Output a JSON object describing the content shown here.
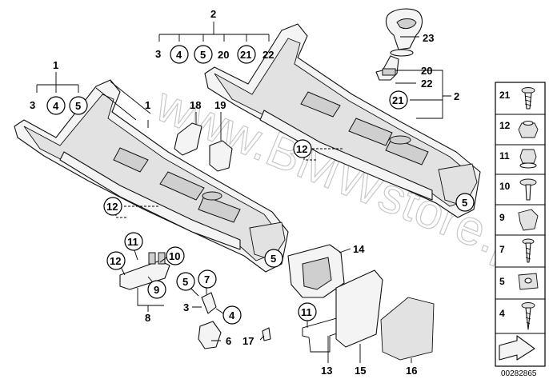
{
  "watermark": "www.BMWstore.pl",
  "diagram_ref": "00282865",
  "groups": {
    "group1": {
      "label": "1",
      "sub": [
        "3",
        "4",
        "5"
      ]
    },
    "group2": {
      "label": "2",
      "sub": [
        "3",
        "4",
        "5",
        "20",
        "21",
        "22"
      ]
    }
  },
  "labels": {
    "l1_console": "1",
    "l2_right": "2",
    "l3_a": "3",
    "l4_a": "4",
    "l5_a": "5",
    "l5_b": "5",
    "l5_c": "5",
    "l6": "6",
    "l7": "7",
    "l8": "8",
    "l9": "9",
    "l10": "10",
    "l11_a": "11",
    "l11_b": "11",
    "l12_a": "12",
    "l12_b": "12",
    "l12_c": "12",
    "l13": "13",
    "l14": "14",
    "l15": "15",
    "l16": "16",
    "l17": "17",
    "l18": "18",
    "l19": "19",
    "l20": "20",
    "l21": "21",
    "l22": "22",
    "l23": "23"
  },
  "legend_items": [
    "21",
    "12",
    "11",
    "10",
    "9",
    "7",
    "5",
    "4"
  ]
}
